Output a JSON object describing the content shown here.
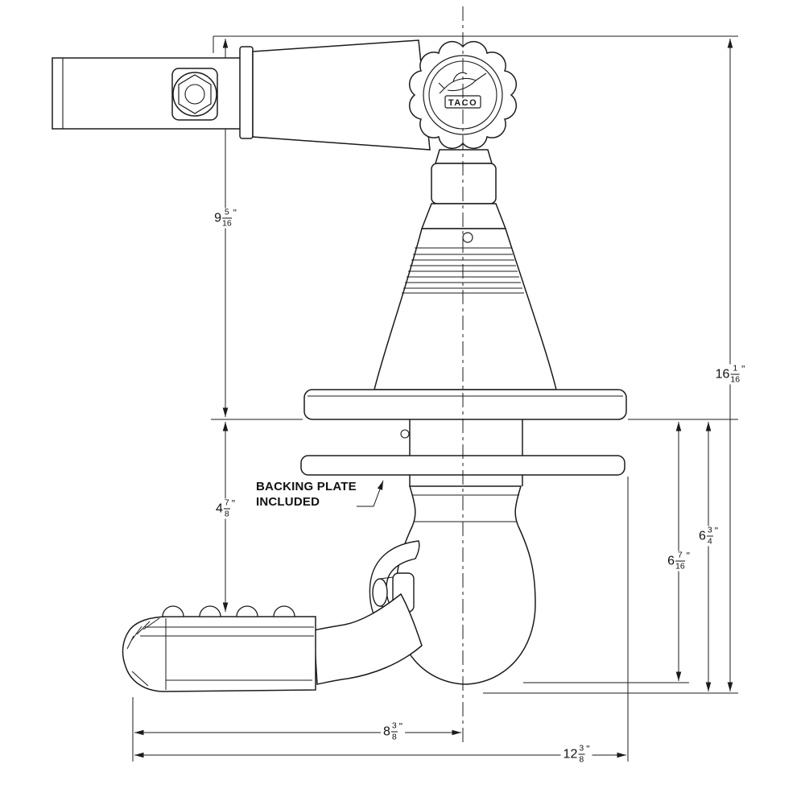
{
  "logo": {
    "brand": "TACO"
  },
  "annotation": {
    "line1": "BACKING PLATE",
    "line2": "INCLUDED"
  },
  "dimensions": {
    "top_to_deck": {
      "whole": "9",
      "num": "5",
      "den": "16",
      "unit": "\""
    },
    "overall_height": {
      "whole": "16",
      "num": "1",
      "den": "16",
      "unit": "\""
    },
    "deck_to_handle": {
      "whole": "4",
      "num": "7",
      "den": "8",
      "unit": "\""
    },
    "deck_to_base_bottom": {
      "whole": "6",
      "num": "3",
      "den": "4",
      "unit": "\""
    },
    "deck_to_ball_bottom": {
      "whole": "6",
      "num": "7",
      "den": "16",
      "unit": "\""
    },
    "center_to_handle_end": {
      "whole": "8",
      "num": "3",
      "den": "8",
      "unit": "\""
    },
    "overall_width": {
      "whole": "12",
      "num": "3",
      "den": "8",
      "unit": "\""
    }
  },
  "colors": {
    "line": "#1b1b1b",
    "background": "#ffffff",
    "text": "#111111"
  }
}
